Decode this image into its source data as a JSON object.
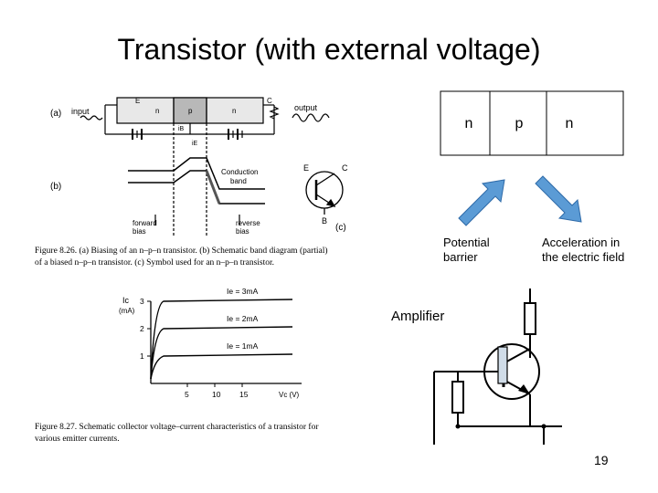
{
  "slide": {
    "title": "Transistor (with external voltage)",
    "page_number": "19"
  },
  "npn_block": {
    "regions": [
      "n",
      "p",
      "n"
    ],
    "arrow_color": "#5b9bd5"
  },
  "captions": {
    "barrier_line1": "Potential",
    "barrier_line2": "barrier",
    "accel_line1": "Acceleration in",
    "accel_line2": "the electric field",
    "amplifier": "Amplifier"
  },
  "figure_826": {
    "label_a": "(a)",
    "label_b": "(b)",
    "label_c": "(c)",
    "input": "input",
    "output": "output",
    "e": "E",
    "c": "C",
    "b": "B",
    "ie": "iE",
    "ib": "iB",
    "n_left": "n",
    "p_mid": "p",
    "n_right": "n",
    "conduction_band_1": "Conduction",
    "conduction_band_2": "band",
    "forward_bias_1": "forward",
    "forward_bias_2": "bias",
    "reverse_bias_1": "reverse",
    "reverse_bias_2": "bias",
    "caption_1": "Figure 8.26.  (a) Biasing of an n–p–n transistor. (b) Schematic band diagram (partial)",
    "caption_2": "of a biased n–p–n transistor. (c) Symbol used for an n–p–n transistor."
  },
  "figure_827": {
    "ylabel": "Ic",
    "yunit": "(mA)",
    "xlabel": "Vc (V)",
    "curve_labels": [
      "Ie = 3mA",
      "Ie = 2mA",
      "Ie = 1mA"
    ],
    "caption_1": "Figure 8.27.  Schematic collector voltage–current characteristics of a transistor for",
    "caption_2": "various emitter currents.",
    "chart_data": {
      "type": "line",
      "x_ticks": [
        "5",
        "10",
        "15"
      ],
      "y_ticks": [
        "1",
        "2",
        "3"
      ],
      "series": [
        {
          "name": "Ie = 3mA",
          "level": 3
        },
        {
          "name": "Ie = 2mA",
          "level": 2
        },
        {
          "name": "Ie = 1mA",
          "level": 1
        }
      ]
    }
  }
}
